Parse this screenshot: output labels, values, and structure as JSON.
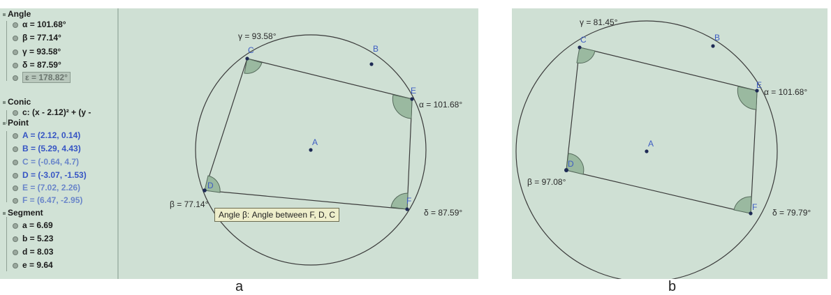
{
  "panel_a": {
    "algebra": {
      "angle_header": "Angle",
      "angles": [
        {
          "text": "α = 101.68°"
        },
        {
          "text": "β = 77.14°"
        },
        {
          "text": "γ = 93.58°"
        },
        {
          "text": "δ = 87.59°"
        },
        {
          "text": "ε = 178.82°"
        }
      ],
      "conic_header": "Conic",
      "conic": "c: (x - 2.12)² + (y -",
      "point_header": "Point",
      "points": [
        {
          "text": "A = (2.12, 0.14)"
        },
        {
          "text": "B = (5.29, 4.43)"
        },
        {
          "text": "C = (-0.64, 4.7)"
        },
        {
          "text": "D = (-3.07, -1.53)"
        },
        {
          "text": "E = (7.02, 2.26)"
        },
        {
          "text": "F = (6.47, -2.95)"
        }
      ],
      "segment_header": "Segment",
      "segments": [
        {
          "text": "a = 6.69"
        },
        {
          "text": "b = 5.23"
        },
        {
          "text": "d = 8.03"
        },
        {
          "text": "e = 9.64"
        }
      ]
    },
    "canvas": {
      "label_A": "A",
      "label_B": "B",
      "label_C": "C",
      "label_D": "D",
      "label_E": "E",
      "label_F": "F",
      "gamma": "γ = 93.58°",
      "alpha": "α = 101.68°",
      "beta": "β = 77.14°",
      "delta": "δ = 87.59°"
    },
    "tooltip": "Angle β: Angle between F, D, C",
    "caption": "a"
  },
  "panel_b": {
    "canvas": {
      "label_A": "A",
      "label_B": "B",
      "label_C": "C",
      "label_D": "D",
      "label_E": "E",
      "label_F": "F",
      "gamma": "γ = 81.45°",
      "alpha": "α = 101.68°",
      "beta": "β = 97.08°",
      "delta": "δ = 79.79°"
    },
    "caption": "b"
  },
  "colors": {
    "background": "#cfe0d4",
    "point_blue": "#3d5cc2",
    "angle_fill": "#9ab9a0"
  }
}
